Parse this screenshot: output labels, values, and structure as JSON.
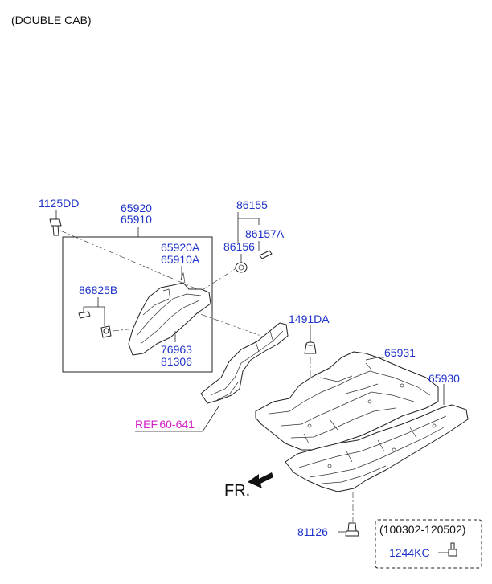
{
  "header": {
    "variant": "(DOUBLE CAB)"
  },
  "callouts": {
    "bolt_1125DD": "1125DD",
    "panel_upper": "65920",
    "panel_lower": "65910",
    "bracket_upper": "65920A",
    "bracket_lower": "65910A",
    "clip_86825B": "86825B",
    "seal_upper": "76963",
    "seal_lower": "81306",
    "group_86155": "86155",
    "grommet_86156": "86156",
    "pin_86157A": "86157A",
    "plug_1491DA": "1491DA",
    "floor_65931": "65931",
    "floor_65930": "65930",
    "plug_81126": "81126",
    "reference": "REF.60-641",
    "front_marker": "FR.",
    "date_range": "(100302-120502)",
    "screw_1244KC": "1244KC"
  },
  "colors": {
    "label": "#1f33c8",
    "reference": "#d21ec8",
    "line": "#222222"
  }
}
